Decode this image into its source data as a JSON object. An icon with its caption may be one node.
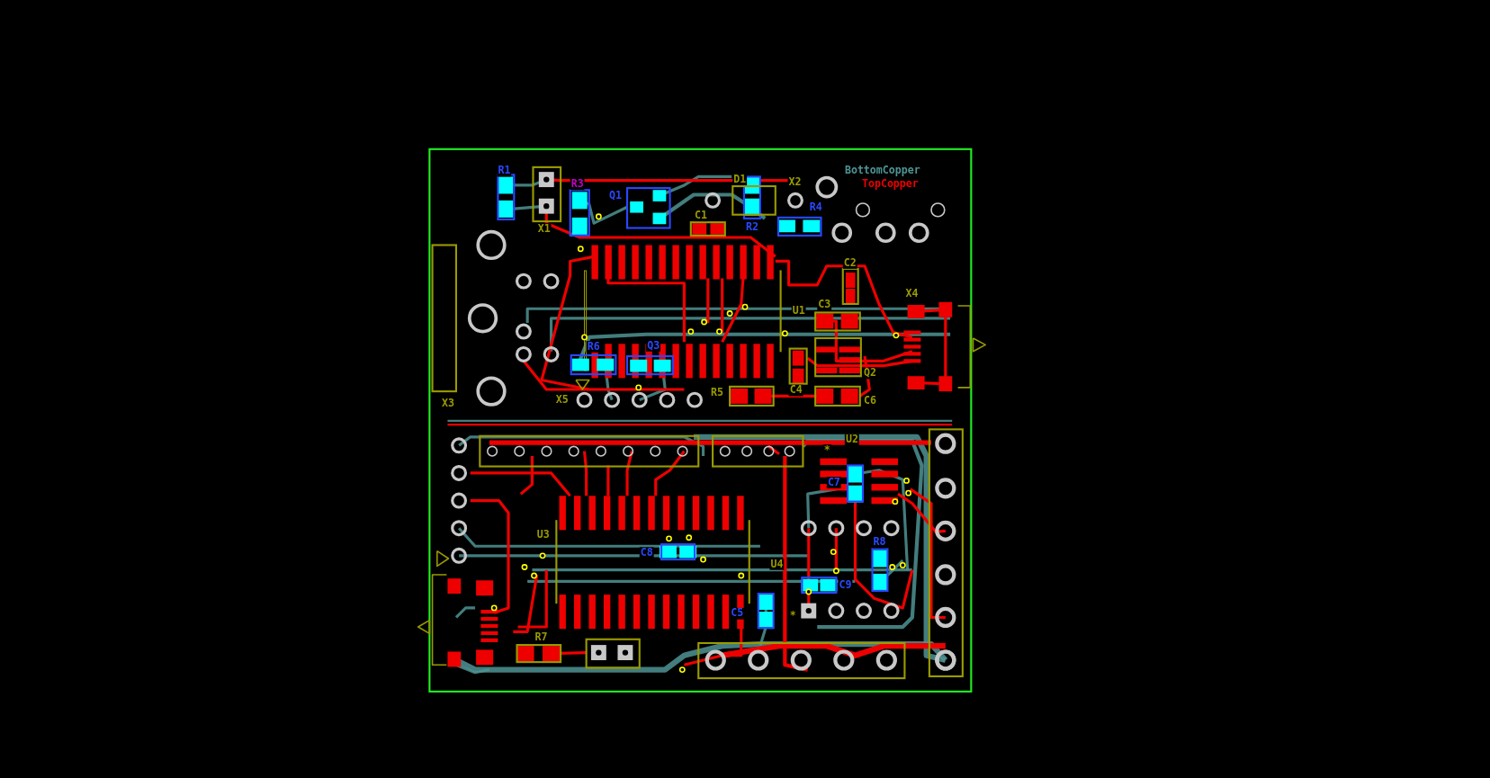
{
  "diagram": {
    "labels": [
      "R1",
      "X1",
      "R3",
      "Q1",
      "C1",
      "D1",
      "X2",
      "BottomCopper",
      "TopCopper",
      "R2",
      "R4",
      "C2",
      "X4",
      "U1",
      "C3",
      "R6",
      "Q3",
      "Q2",
      "C4",
      "R5",
      "C6",
      "X3",
      "X5",
      "U2",
      "*",
      "C7",
      "U3",
      "C8",
      "R8",
      "U4",
      "C9",
      "C5",
      "*",
      "R7"
    ]
  }
}
